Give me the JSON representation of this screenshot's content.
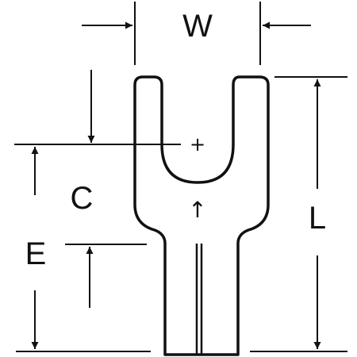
{
  "diagram": {
    "dimension_labels": {
      "w": "W",
      "c": "C",
      "e": "E",
      "l": "L"
    },
    "hole_center_mark": "+",
    "direction_mark": "↑"
  }
}
